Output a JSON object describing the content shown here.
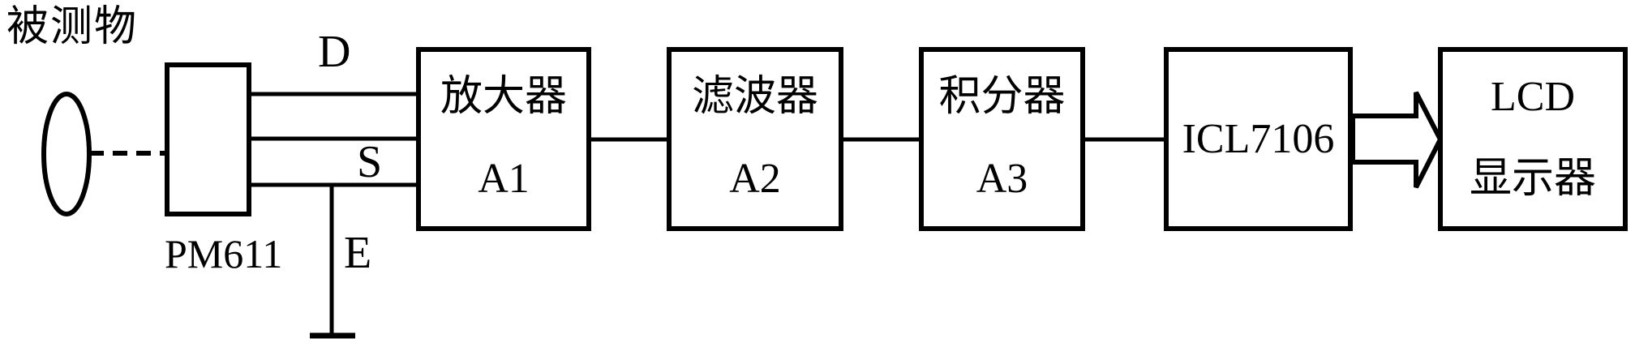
{
  "diagram": {
    "object_label": "被测物",
    "sensor": {
      "label": "PM611",
      "pins": {
        "d": "D",
        "s": "S",
        "e": "E"
      }
    },
    "blocks": {
      "amplifier": {
        "line1": "放大器",
        "line2": "A1"
      },
      "filter": {
        "line1": "滤波器",
        "line2": "A2"
      },
      "integrator": {
        "line1": "积分器",
        "line2": "A3"
      },
      "adc": {
        "line1": "ICL7106"
      },
      "display": {
        "line1": "LCD",
        "line2": "显示器"
      }
    }
  },
  "colors": {
    "ink": "#000000",
    "background": "#ffffff"
  }
}
